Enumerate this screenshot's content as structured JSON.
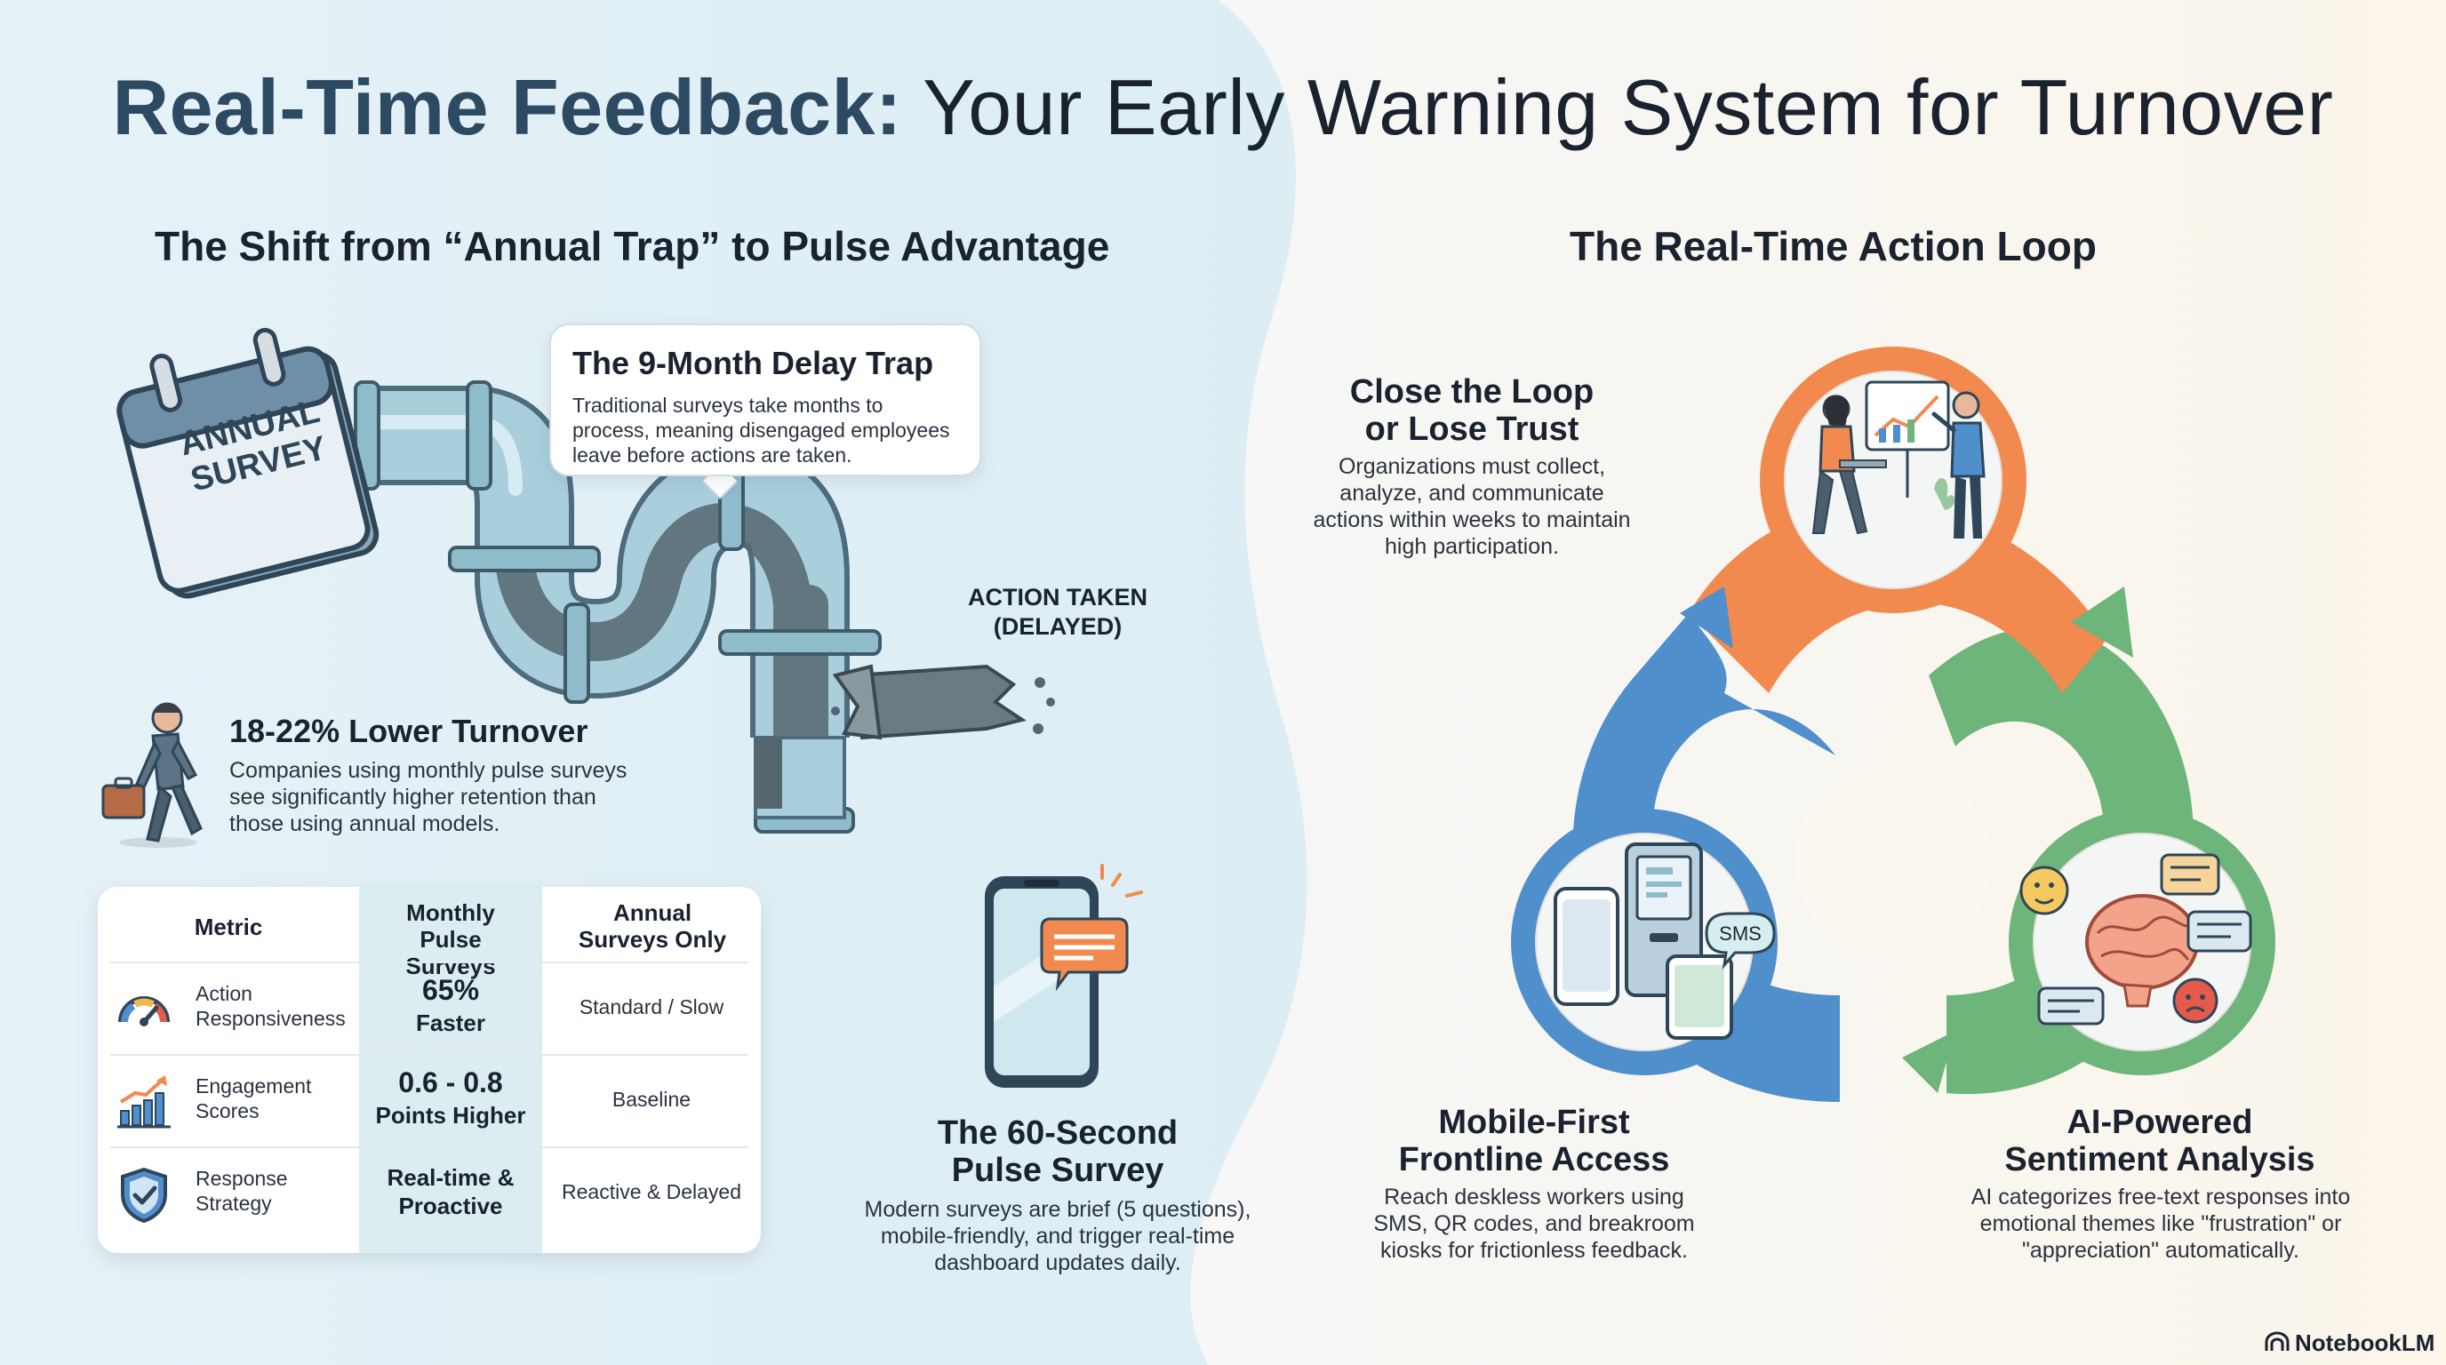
{
  "title": {
    "lead": "Real-Time Feedback:",
    "rest": "Your Early Warning System for Turnover"
  },
  "left_section": {
    "heading": "The Shift from “Annual Trap” to Pulse Advantage",
    "calendar_label_line1": "ANNUAL",
    "calendar_label_line2": "SURVEY",
    "delay_callout": {
      "title": "The 9-Month Delay Trap",
      "body": "Traditional surveys take months to process, meaning disengaged employees leave before actions are taken."
    },
    "action_label_line1": "ACTION TAKEN",
    "action_label_line2": "(DELAYED)",
    "turnover": {
      "title": "18-22% Lower Turnover",
      "body": "Companies using monthly pulse surveys see significantly higher retention than those using annual models."
    },
    "table": {
      "headers": {
        "metric": "Metric",
        "monthly": "Monthly Pulse Surveys",
        "annual": "Annual Surveys Only"
      },
      "rows": [
        {
          "icon": "gauge-icon",
          "metric": "Action Responsiveness",
          "monthly_main": "65%",
          "monthly_sub": "Faster",
          "annual": "Standard / Slow"
        },
        {
          "icon": "bar-growth-icon",
          "metric": "Engagement Scores",
          "monthly_main": "0.6 - 0.8",
          "monthly_sub": "Points Higher",
          "annual": "Baseline"
        },
        {
          "icon": "shield-check-icon",
          "metric": "Response Strategy",
          "monthly_main": "Real-time &",
          "monthly_sub": "Proactive",
          "annual": "Reactive & Delayed"
        }
      ]
    },
    "pulse": {
      "title_line1": "The 60-Second",
      "title_line2": "Pulse Survey",
      "body": "Modern surveys are brief (5 questions), mobile-friendly, and trigger real-time dashboard updates daily."
    }
  },
  "right_section": {
    "heading": "The Real-Time Action Loop",
    "close_loop": {
      "title_line1": "Close the Loop",
      "title_line2": "or Lose Trust",
      "body": "Organizations must collect, analyze, and communicate actions within weeks to maintain high participation."
    },
    "mobile": {
      "title_line1": "Mobile-First",
      "title_line2": "Frontline Access",
      "body": "Reach deskless workers using SMS, QR codes, and breakroom kiosks for frictionless feedback."
    },
    "ai": {
      "title_line1": "AI-Powered",
      "title_line2": "Sentiment Analysis",
      "body": "AI categorizes free-text responses into emotional themes like \"frustration\" or \"appreciation\" automatically."
    },
    "sms_label": "SMS",
    "loop_colors": {
      "orange": "#f2894f",
      "green": "#6db57a",
      "blue": "#4f8fcc"
    }
  },
  "brand": "NotebookLM"
}
